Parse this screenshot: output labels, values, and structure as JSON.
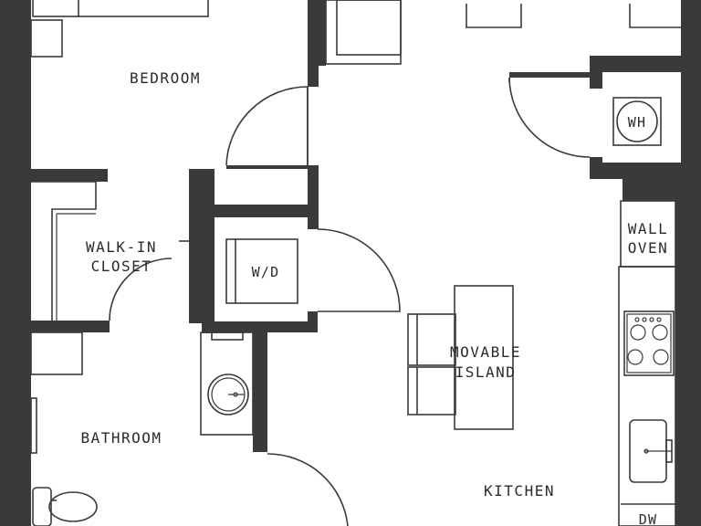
{
  "plan": {
    "rooms": {
      "bedroom": "BEDROOM",
      "walkin_line1": "WALK-IN",
      "walkin_line2": "CLOSET",
      "bathroom": "BATHROOM",
      "kitchen": "KITCHEN"
    },
    "fixtures": {
      "wh": "WH",
      "washer_dryer": "W/D",
      "wall_oven_line1": "WALL",
      "wall_oven_line2": "OVEN",
      "island_line1": "MOVABLE",
      "island_line2": "ISLAND",
      "dishwasher": "DW"
    }
  },
  "colors": {
    "wall": "#3a3a3c",
    "background": "#ffffff"
  }
}
